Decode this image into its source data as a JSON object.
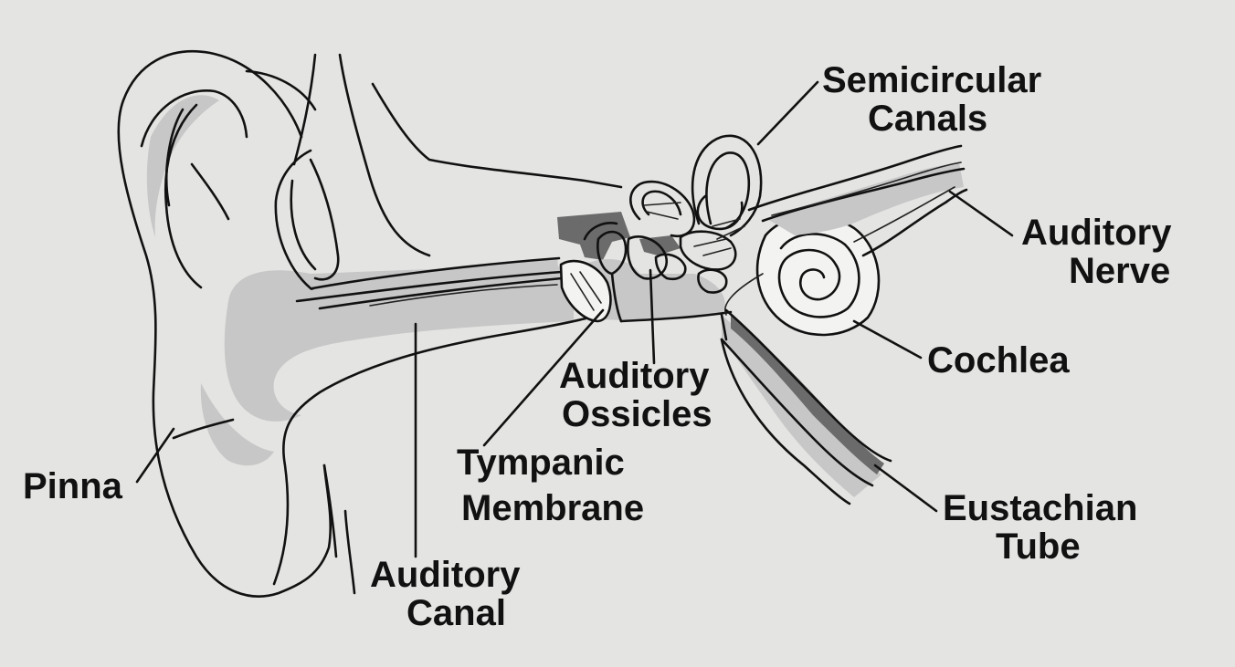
{
  "colors": {
    "background": "#e4e4e2",
    "ink": "#111111",
    "shading": "#c7c7c7",
    "dark_shading": "#6b6b6b"
  },
  "labels": {
    "semicircular_canals": [
      "Semicircular",
      "Canals"
    ],
    "auditory_nerve": [
      "Auditory",
      "Nerve"
    ],
    "cochlea": [
      "Cochlea"
    ],
    "auditory_ossicles": [
      "Auditory",
      "Ossicles"
    ],
    "tympanic_membrane": [
      "Tympanic",
      "Membrane"
    ],
    "eustachian_tube": [
      "Eustachian",
      "Tube"
    ],
    "pinna": [
      "Pinna"
    ],
    "auditory_canal": [
      "Auditory",
      "Canal"
    ]
  }
}
